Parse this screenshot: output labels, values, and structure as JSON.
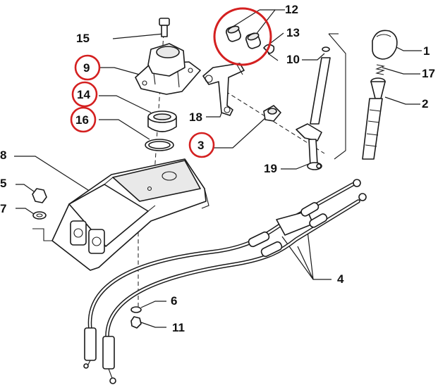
{
  "callouts": {
    "c1": "1",
    "c2": "2",
    "c3": "3",
    "c4": "4",
    "c5": "5",
    "c6": "6",
    "c7": "7",
    "c8": "8",
    "c9": "9",
    "c10": "10",
    "c11": "11",
    "c12": "12",
    "c13": "13",
    "c14": "14",
    "c15": "15",
    "c16": "16",
    "c17": "17",
    "c18": "18",
    "c19": "19"
  },
  "highlighted_callouts": [
    "9",
    "14",
    "16",
    "3"
  ],
  "highlight_color": "#d42020",
  "line_color": "#1a1a1a"
}
